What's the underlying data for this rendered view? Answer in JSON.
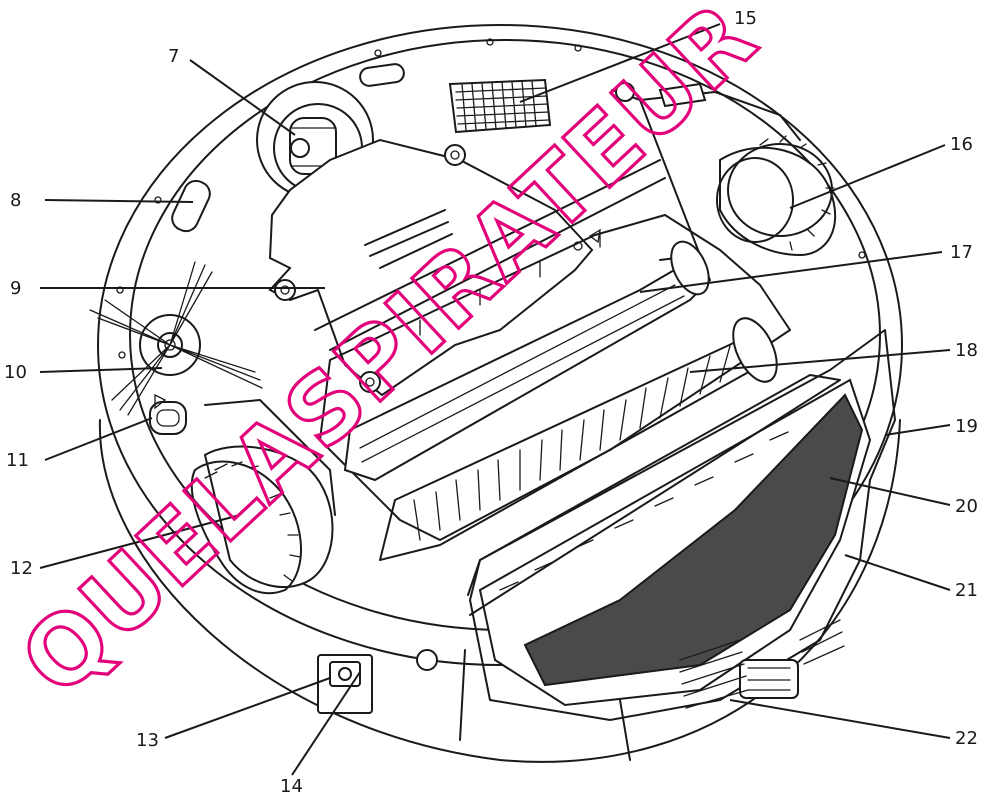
{
  "watermark": "QUELASPIRATEUR",
  "colors": {
    "line": "#1a1a1a",
    "filter_fill": "#4a4a4a",
    "watermark": "#e3007b"
  },
  "callouts": [
    {
      "id": "7",
      "label": "7"
    },
    {
      "id": "8",
      "label": "8"
    },
    {
      "id": "9",
      "label": "9"
    },
    {
      "id": "10",
      "label": "10"
    },
    {
      "id": "11",
      "label": "11"
    },
    {
      "id": "12",
      "label": "12"
    },
    {
      "id": "13",
      "label": "13"
    },
    {
      "id": "14",
      "label": "14"
    },
    {
      "id": "15",
      "label": "15"
    },
    {
      "id": "16",
      "label": "16"
    },
    {
      "id": "17",
      "label": "17"
    },
    {
      "id": "18",
      "label": "18"
    },
    {
      "id": "19",
      "label": "19"
    },
    {
      "id": "20",
      "label": "20"
    },
    {
      "id": "21",
      "label": "21"
    },
    {
      "id": "22",
      "label": "22"
    }
  ]
}
